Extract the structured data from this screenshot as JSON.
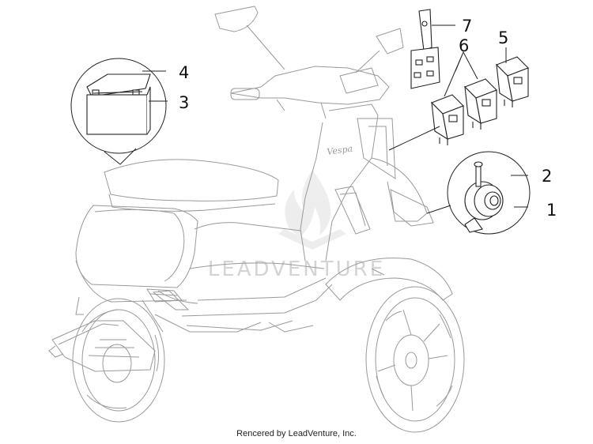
{
  "diagram": {
    "callouts": [
      {
        "id": "1",
        "text": "1"
      },
      {
        "id": "2",
        "text": "2"
      },
      {
        "id": "3",
        "text": "3"
      },
      {
        "id": "4",
        "text": "4"
      },
      {
        "id": "5",
        "text": "5"
      },
      {
        "id": "6",
        "text": "6"
      },
      {
        "id": "7",
        "text": "7"
      }
    ],
    "badge_text": "Vespa",
    "watermark": "LEADVENTURE"
  },
  "footer": {
    "text": "Rencered by LeadVenture, Inc."
  },
  "colors": {
    "line": "#222222",
    "faint_line": "#9a9a9a",
    "watermark": "#d4d4d4",
    "background": "#ffffff"
  }
}
